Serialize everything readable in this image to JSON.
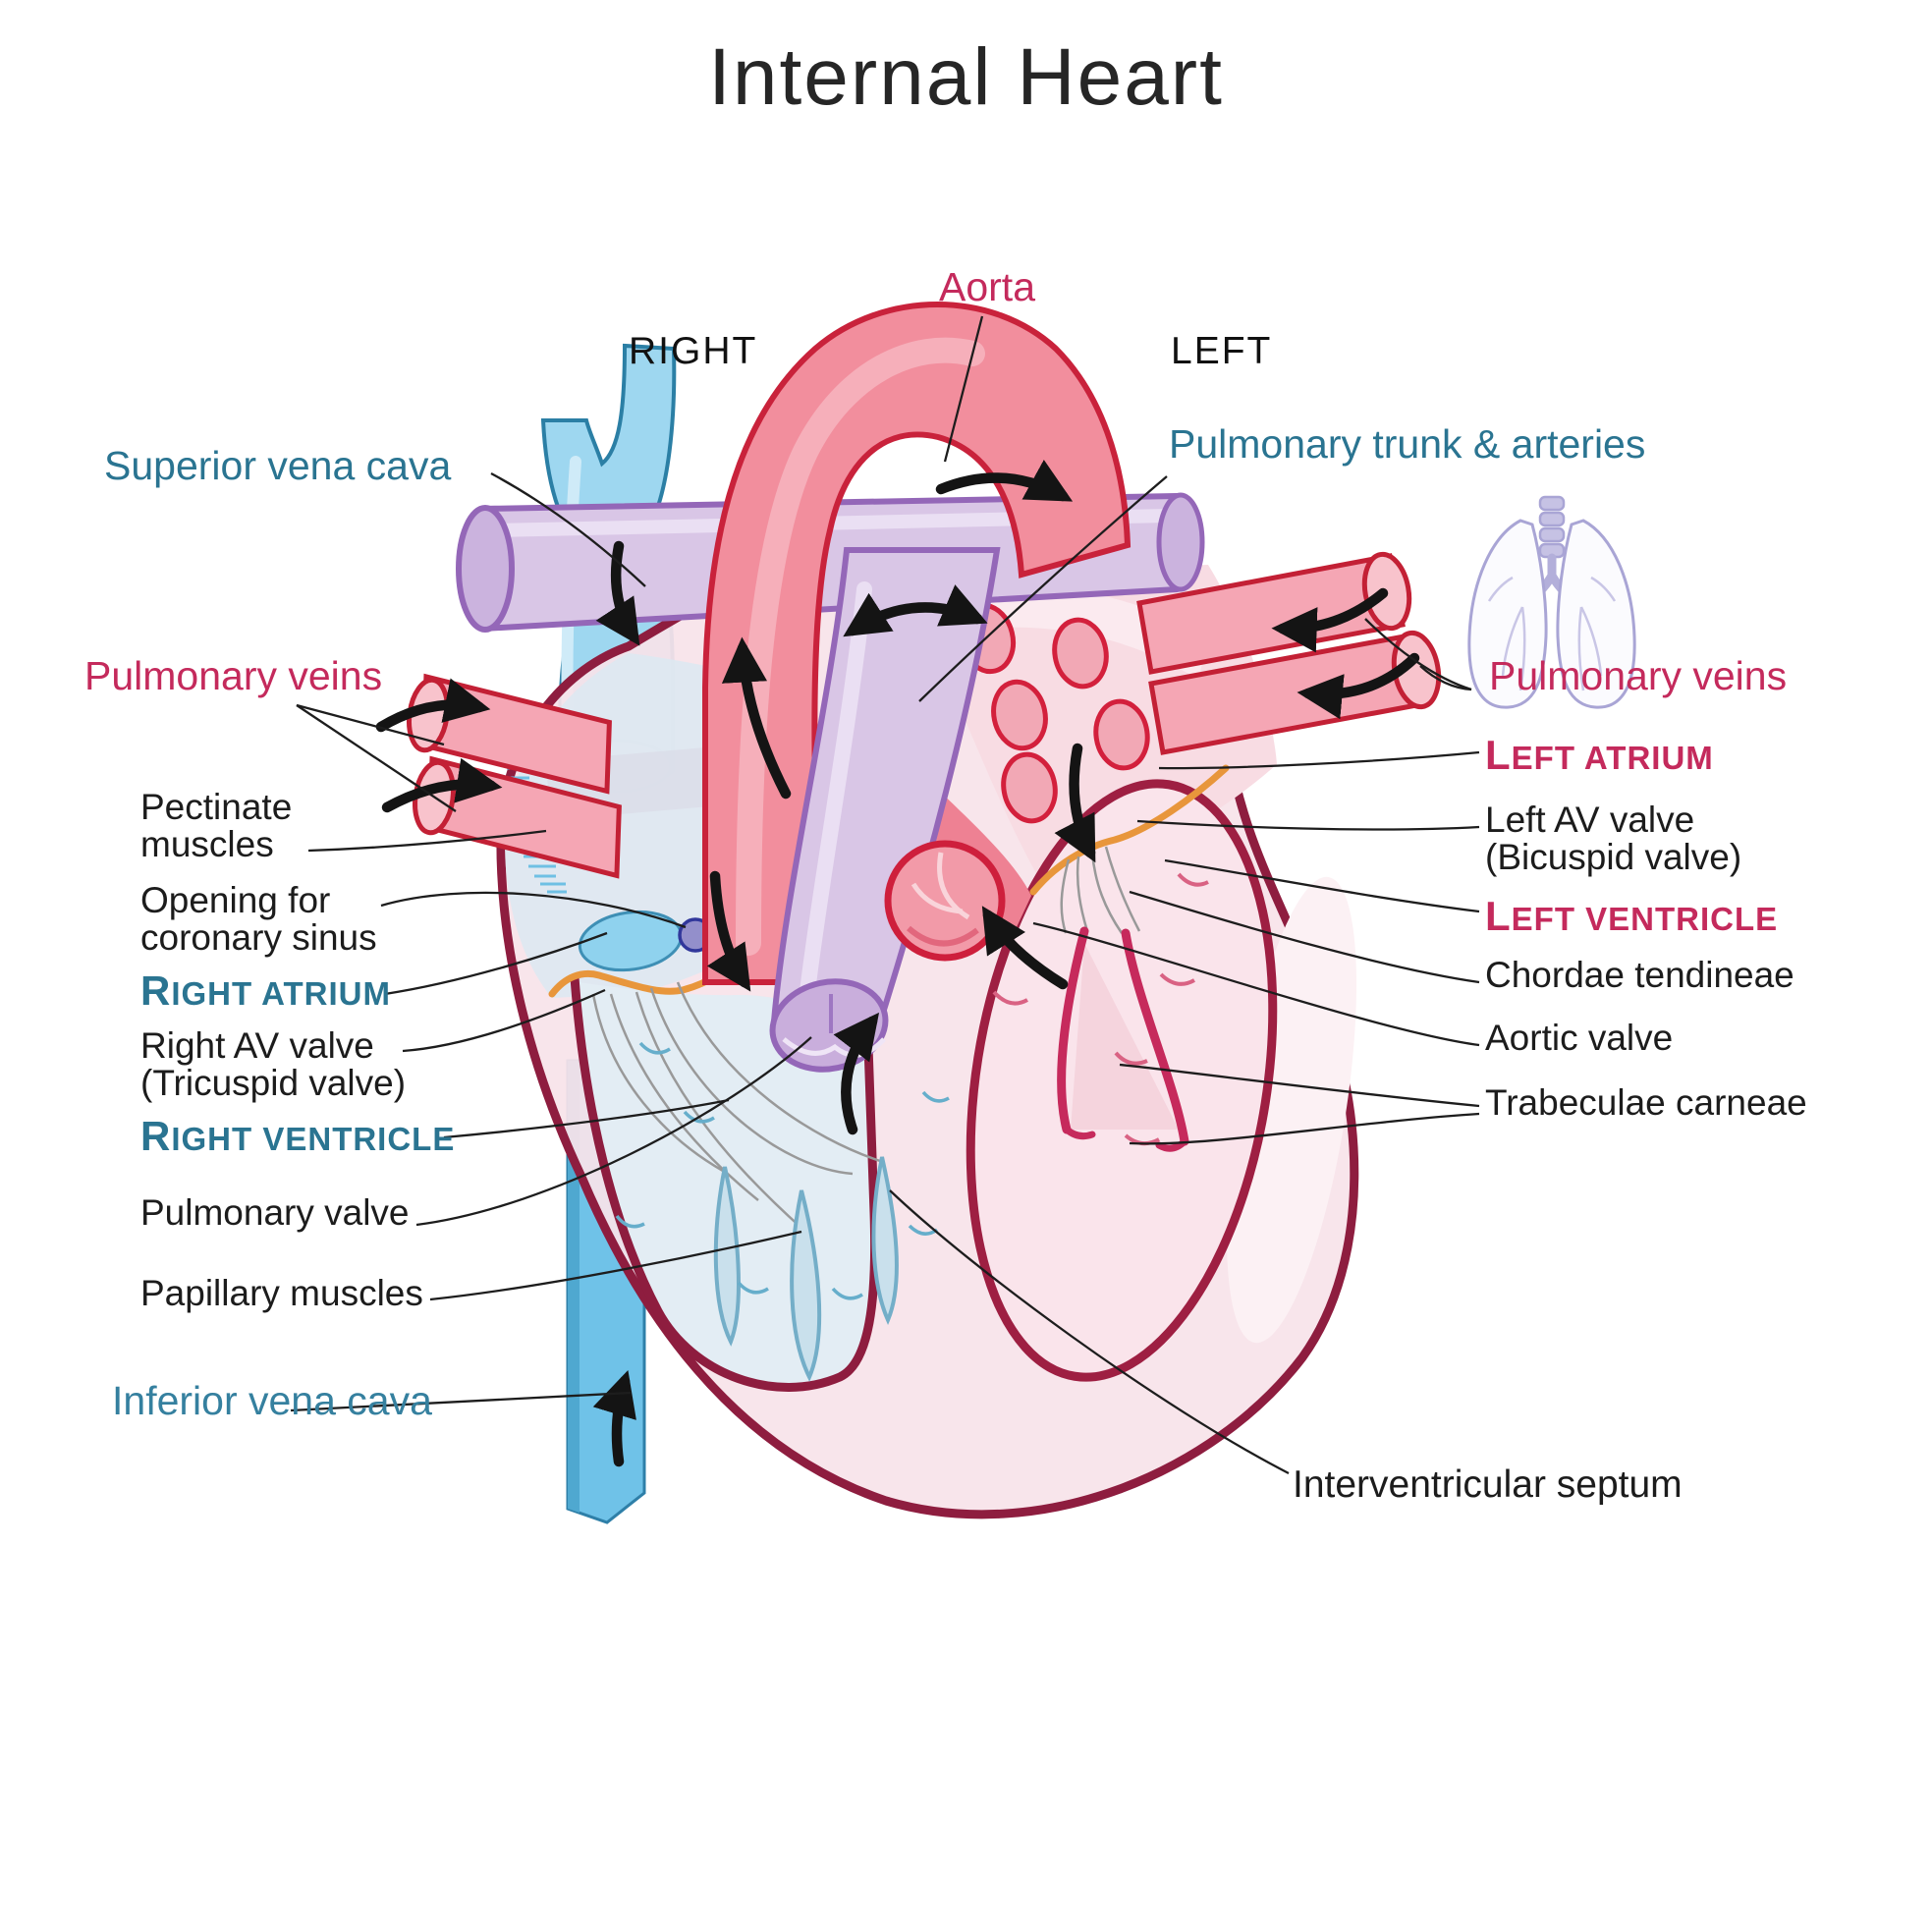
{
  "title": "Internal Heart",
  "orientation": {
    "right": "RIGHT",
    "left": "LEFT"
  },
  "labels": {
    "aorta": "Aorta",
    "superior_vena_cava": "Superior vena cava",
    "pulmonary_veins_left": "Pulmonary veins",
    "pectinate_line1": "Pectinate",
    "pectinate_line2": "muscles",
    "coronary_line1": "Opening for",
    "coronary_line2": "coronary sinus",
    "right_atrium": "RIGHT ATRIUM",
    "right_av_line1": "Right AV valve",
    "right_av_line2": "(Tricuspid valve)",
    "right_ventricle": "RIGHT VENTRICLE",
    "pulmonary_valve": "Pulmonary valve",
    "papillary_muscles": "Papillary muscles",
    "inferior_vena_cava": "Inferior vena cava",
    "pulmonary_trunk": "Pulmonary trunk & arteries",
    "pulmonary_veins_right": "Pulmonary veins",
    "left_atrium": "LEFT ATRIUM",
    "left_av_line1": "Left AV valve",
    "left_av_line2": "(Bicuspid valve)",
    "left_ventricle": "LEFT VENTRICLE",
    "chordae_tendineae": "Chordae tendineae",
    "aortic_valve": "Aortic valve",
    "trabeculae_carneae": "Trabeculae carneae",
    "interventricular_septum": "Interventricular septum"
  },
  "colors": {
    "teal_label": "#2A7491",
    "crimson_label": "#C42A5C",
    "black_label": "#1C1C1C",
    "ivc_label_blue": "#35809F",
    "aorta_fill": "#F28E9D",
    "aorta_stroke": "#C9223B",
    "pulmonary_vein_fill": "#F5A6B4",
    "pulmonary_vein_stroke": "#C32035",
    "pulmonary_trunk_fill": "#D9C6E6",
    "pulmonary_trunk_stroke": "#9467B8",
    "vena_cava_fill": "#9ED7F0",
    "vena_cava_stroke": "#2B7FA5",
    "heart_outline": "#8E1D3F",
    "heart_wall_fill": "#F7E3E9",
    "right_chamber_fill": "#DCE9F2",
    "left_atrium_fill": "#F8DCE3",
    "valve_orange": "#E8963B",
    "chordae_gray": "#999999",
    "flow_arrow": "#141414",
    "lungs_icon": "#A9A5D5"
  }
}
